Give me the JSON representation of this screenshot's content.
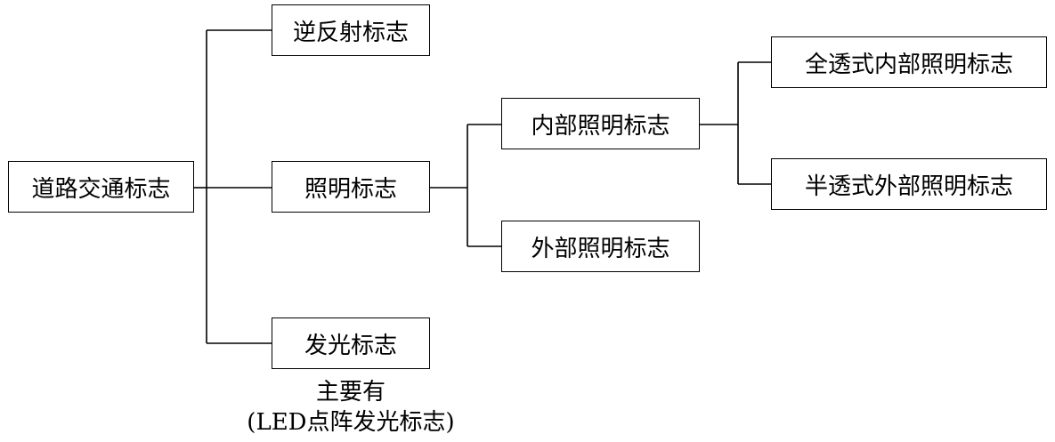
{
  "nodes": {
    "root": "道路交通标志",
    "retroreflective": "逆反射标志",
    "illuminated": "照明标志",
    "luminous": "发光标志",
    "internal": "内部照明标志",
    "external": "外部照明标志",
    "full_transparent": "全透式内部照明标志",
    "semi_transparent": "半透式外部照明标志"
  },
  "notes": {
    "luminous_line1": "主要有",
    "luminous_line2": "(LED点阵发光标志)"
  }
}
